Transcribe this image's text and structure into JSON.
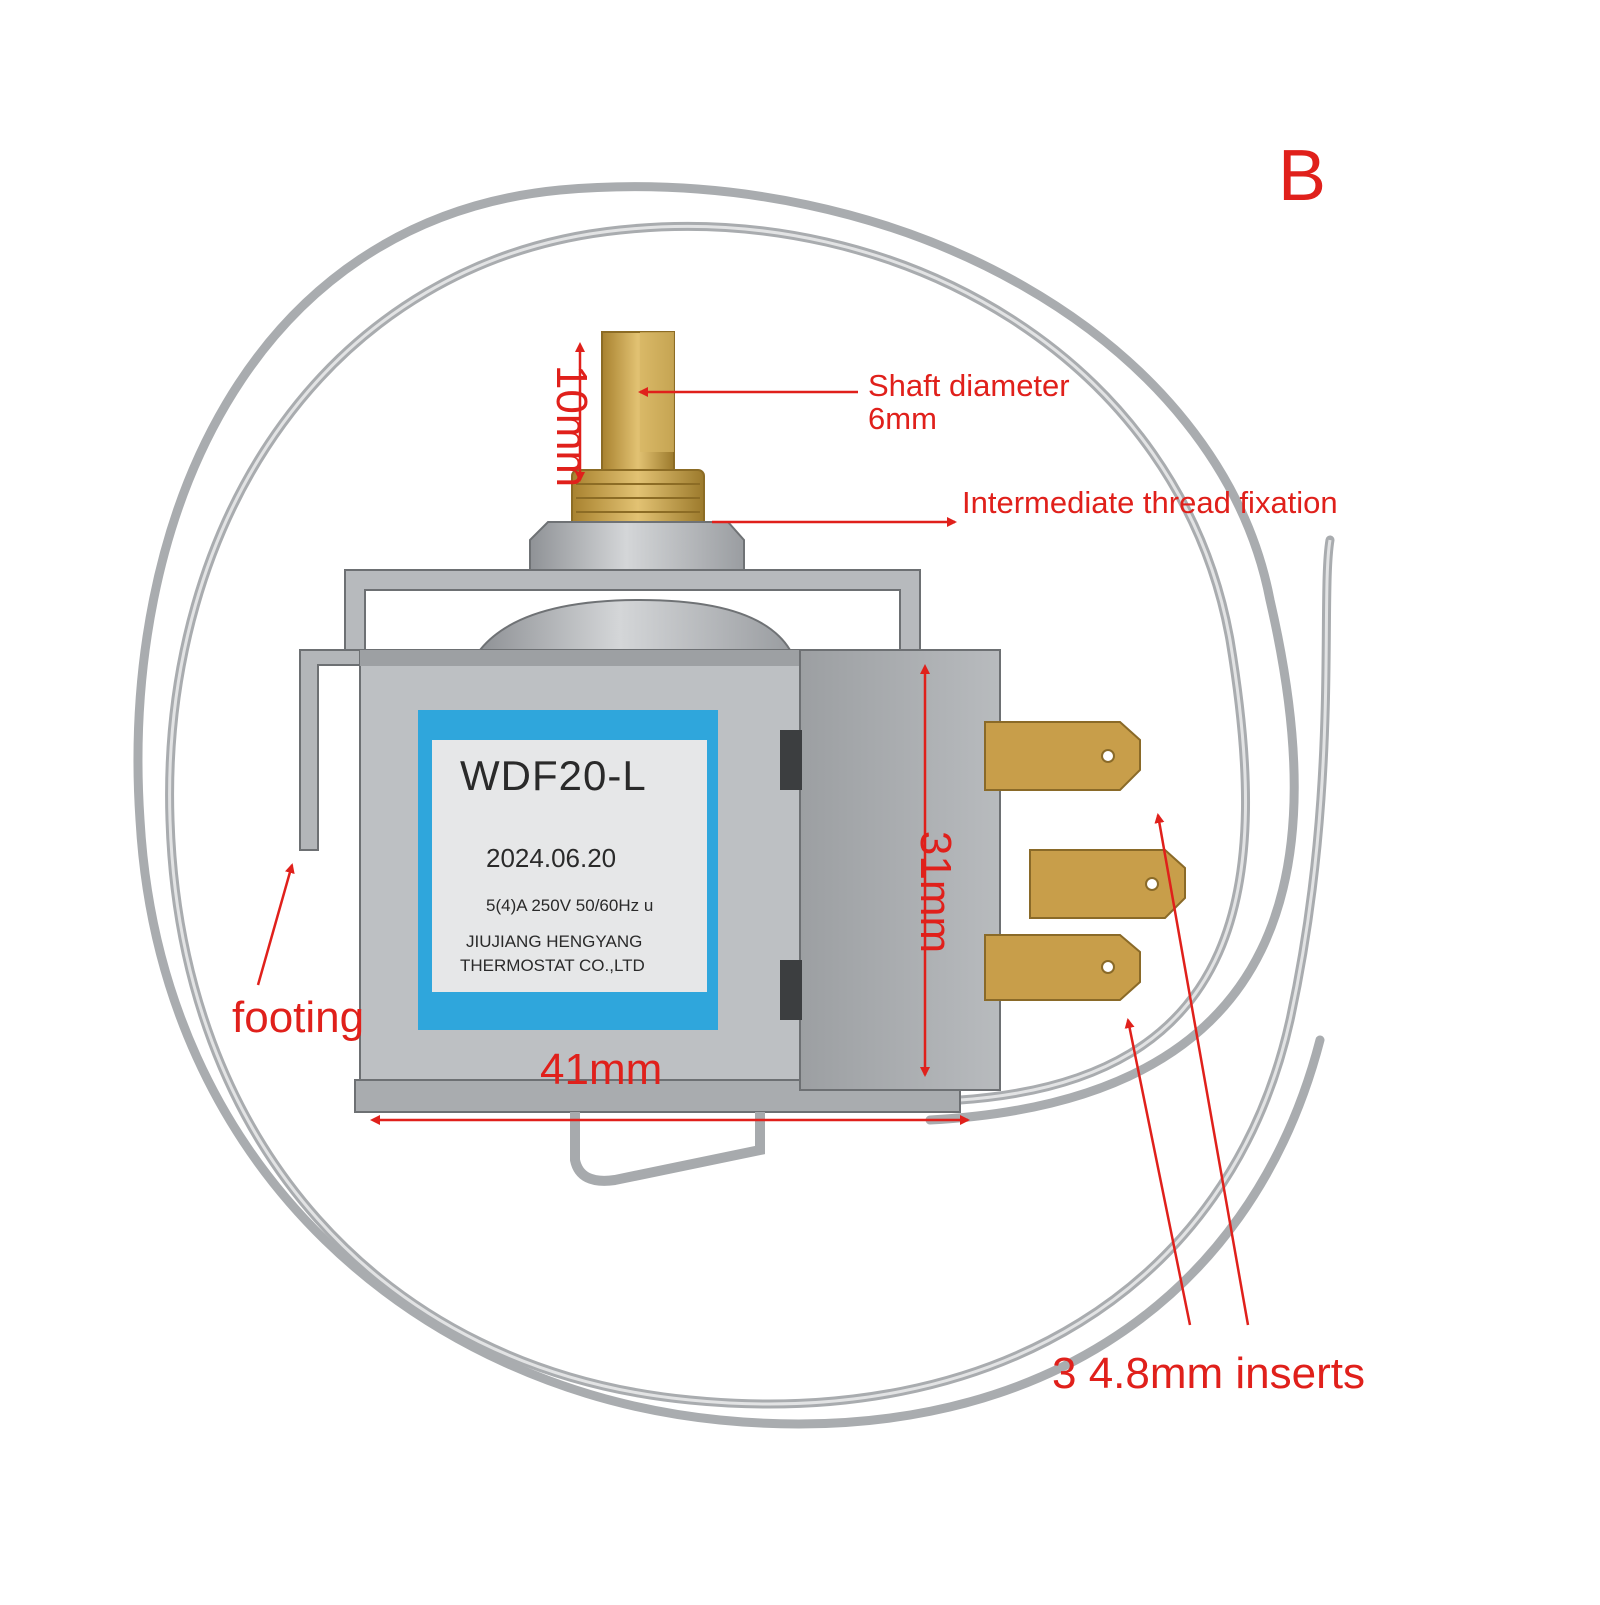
{
  "variant_label": "B",
  "annotations": {
    "shaft": "Shaft diameter\n6mm",
    "thread": "Intermediate thread fixation",
    "footing": "footing",
    "shaft_length": "10mm",
    "width": "41mm",
    "height": "31mm",
    "inserts": "3 4.8mm inserts"
  },
  "nameplate": {
    "model": "WDF20-L",
    "date": "2024.06.20",
    "rating": "5(4)A  250V 50/60Hz u",
    "maker_line1": "JIUJIANG HENGYANG",
    "maker_line2": "THERMOSTAT CO.,LTD"
  },
  "colors": {
    "annotation": "#e0201b",
    "metal": "#b9bcbf",
    "brass": "#c9a449",
    "label_blue": "#2fa6dc",
    "housing_grey": "#a7aaad"
  }
}
